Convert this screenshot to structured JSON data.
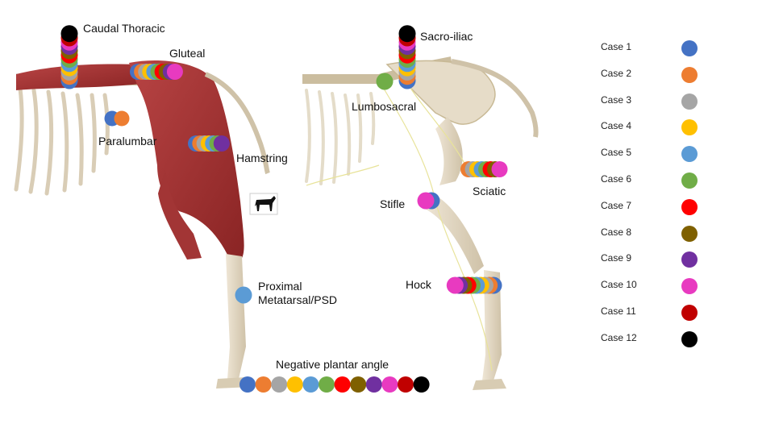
{
  "labels": {
    "caudal_thoracic": "Caudal Thoracic",
    "gluteal": "Gluteal",
    "paralumbar": "Paralumbar",
    "hamstring": "Hamstring",
    "proximal_metatarsal": "Proximal\nMetatarsal/PSD",
    "sacro_iliac": "Sacro-iliac",
    "lumbosacral": "Lumbosacral",
    "sciatic": "Sciatic",
    "stifle": "Stifle",
    "hock": "Hock",
    "negative_plantar_angle": "Negative plantar angle"
  },
  "legend": [
    {
      "label": "Case 1",
      "color": "#4472C4"
    },
    {
      "label": "Case 2",
      "color": "#ED7D31"
    },
    {
      "label": "Case 3",
      "color": "#A5A5A5"
    },
    {
      "label": "Case 4",
      "color": "#FFC000"
    },
    {
      "label": "Case 5",
      "color": "#5B9BD5"
    },
    {
      "label": "Case 6",
      "color": "#70AD47"
    },
    {
      "label": "Case 7",
      "color": "#FF0000"
    },
    {
      "label": "Case 8",
      "color": "#7F6000"
    },
    {
      "label": "Case 9",
      "color": "#7030A0"
    },
    {
      "label": "Case 10",
      "color": "#E83AC0"
    },
    {
      "label": "Case 11",
      "color": "#C00000"
    },
    {
      "label": "Case 12",
      "color": "#000000"
    }
  ],
  "sites": {
    "caudal_thoracic": [
      1,
      2,
      3,
      4,
      5,
      6,
      7,
      8,
      9,
      10,
      11,
      12
    ],
    "gluteal": [
      1,
      2,
      3,
      4,
      5,
      6,
      7,
      8,
      9,
      10
    ],
    "paralumbar": [
      1,
      2
    ],
    "hamstring": [
      1,
      2,
      3,
      4,
      5,
      6,
      9
    ],
    "proximal_metatarsal": [
      5
    ],
    "sacro_iliac": [
      1,
      2,
      3,
      4,
      5,
      6,
      7,
      8,
      9,
      10,
      11,
      12
    ],
    "lumbosacral": [
      6
    ],
    "sciatic": [
      2,
      3,
      4,
      5,
      6,
      7,
      8,
      10
    ],
    "stifle": [
      1,
      10
    ],
    "hock": [
      1,
      2,
      3,
      4,
      5,
      6,
      7,
      8,
      9,
      10
    ],
    "negative_plantar_angle": [
      1,
      2,
      3,
      4,
      5,
      6,
      7,
      8,
      9,
      10,
      11,
      12
    ]
  }
}
